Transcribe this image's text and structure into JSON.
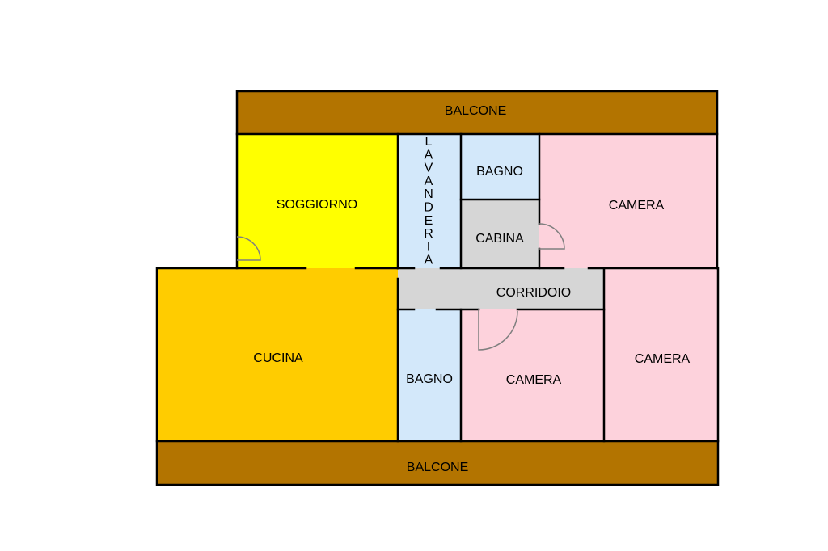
{
  "colors": {
    "balcony": "#B37400",
    "living": "#FFFF00",
    "kitchen": "#FFCC00",
    "bath": "#D3E8FA",
    "bedroom": "#FDD2DC",
    "service": "#D6D6D6",
    "wall": "#000000",
    "door_arc": "#7f7f7f"
  },
  "rooms": {
    "balcone_top": "BALCONE",
    "soggiorno": "SOGGIORNO",
    "lavanderia": "LAVANDERIA",
    "bagno_top": "BAGNO",
    "cabina": "CABINA",
    "camera_top": "CAMERA",
    "corridoio": "CORRIDOIO",
    "cucina": "CUCINA",
    "bagno_bottom": "BAGNO",
    "camera_middle": "CAMERA",
    "camera_right": "CAMERA",
    "balcone_bottom": "BALCONE"
  }
}
